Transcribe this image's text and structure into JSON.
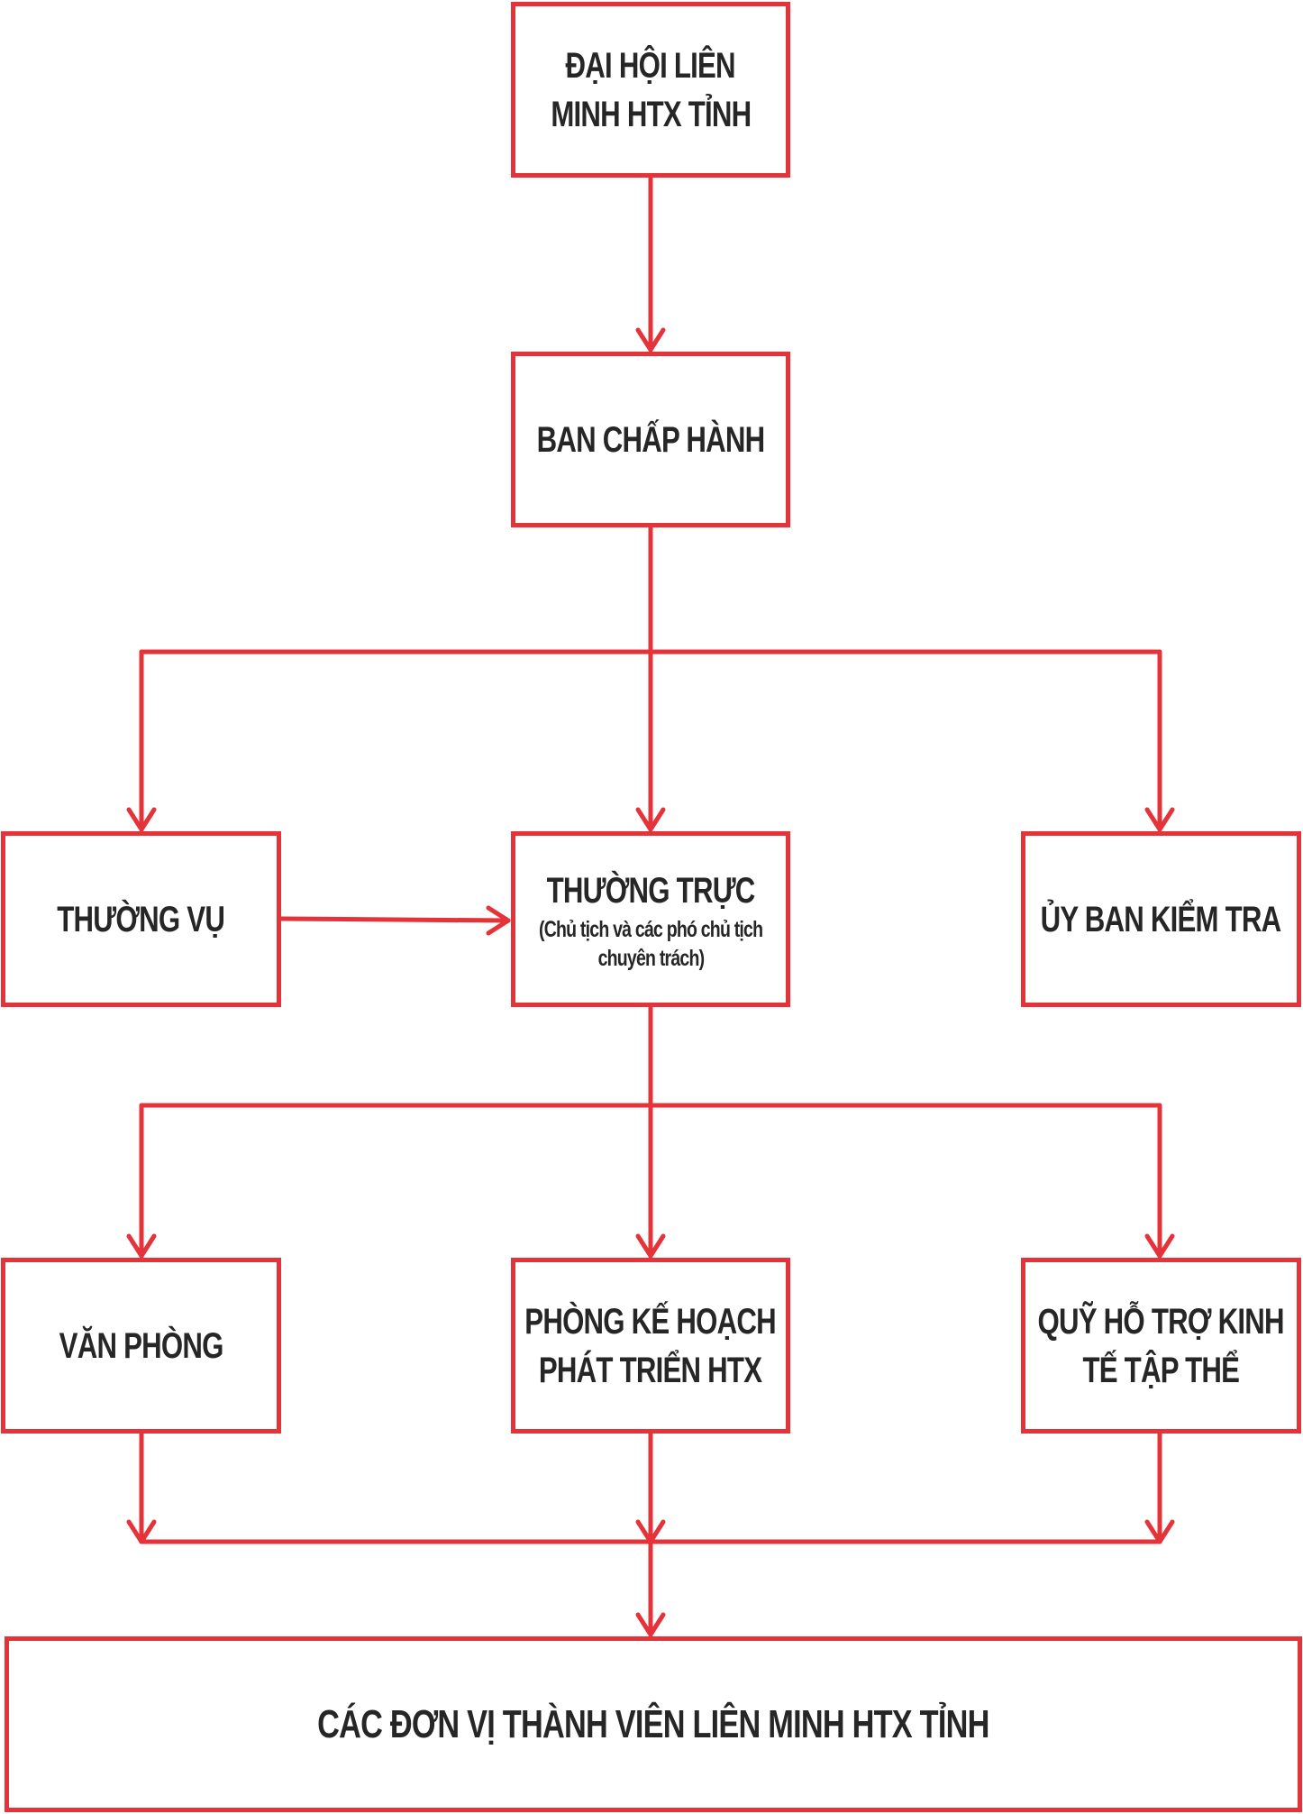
{
  "colors": {
    "line": "#e5333a",
    "border": "#e5333a",
    "text": "#262626",
    "background": "#ffffff"
  },
  "nodes": {
    "congress": {
      "title_line1": "ĐẠI HỘI LIÊN",
      "title_line2": "MINH HTX TỈNH"
    },
    "executive": {
      "title": "BAN CHẤP HÀNH"
    },
    "routine": {
      "title": "THƯỜNG VỤ"
    },
    "standing": {
      "title": "THƯỜNG TRỰC",
      "note_line1": "(Chủ tịch và các phó chủ tịch",
      "note_line2": "chuyên trách)"
    },
    "inspection": {
      "title": "ỦY BAN KIỂM TRA"
    },
    "office": {
      "title": "VĂN PHÒNG"
    },
    "planning": {
      "title_line1": "PHÒNG KẾ HOẠCH",
      "title_line2": "PHÁT TRIỂN HTX"
    },
    "fund": {
      "title_line1": "QUỸ HỖ TRỢ KINH",
      "title_line2": "TẾ TẬP THỂ"
    },
    "members": {
      "title": "CÁC ĐƠN VỊ THÀNH VIÊN LIÊN MINH HTX TỈNH"
    }
  }
}
